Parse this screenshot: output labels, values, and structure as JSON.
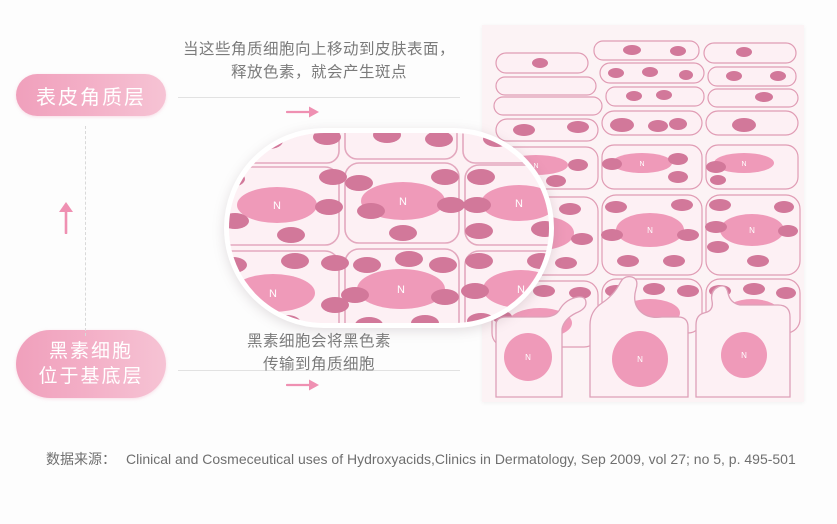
{
  "page": {
    "background_color": "#fdfdfd",
    "accent_pink": "#f0a0bc",
    "granule_color": "#d2789a",
    "nucleus_color": "#ef9ab9",
    "cell_fill": "#fdf0f4",
    "cell_stroke": "#e3a8be",
    "panel_background": "#fcf3f5"
  },
  "labels": {
    "epidermis": {
      "text": "表皮角质层"
    },
    "melanocyte": {
      "line1": "黑素细胞",
      "line2": "位于基底层"
    }
  },
  "annotations": {
    "top": {
      "line1": "当这些角质细胞向上移动到皮肤表面，",
      "line2": "释放色素，就会产生斑点"
    },
    "bottom": {
      "line1": "黑素细胞会将黑色素",
      "line2": "传输到角质细胞"
    }
  },
  "icons": {
    "up_arrow": "up-arrow-icon",
    "right_arrow_top": "right-arrow-icon",
    "right_arrow_bottom": "right-arrow-icon"
  },
  "diagram": {
    "nucleus_letter": "N",
    "title": "skin-epidermis-cross-section"
  },
  "footer": {
    "label": "数据来源：",
    "citation": "Clinical and Cosmeceutical uses of Hydroxyacids,Clinics in Dermatology, Sep 2009, vol 27; no 5, p. 495-501"
  }
}
